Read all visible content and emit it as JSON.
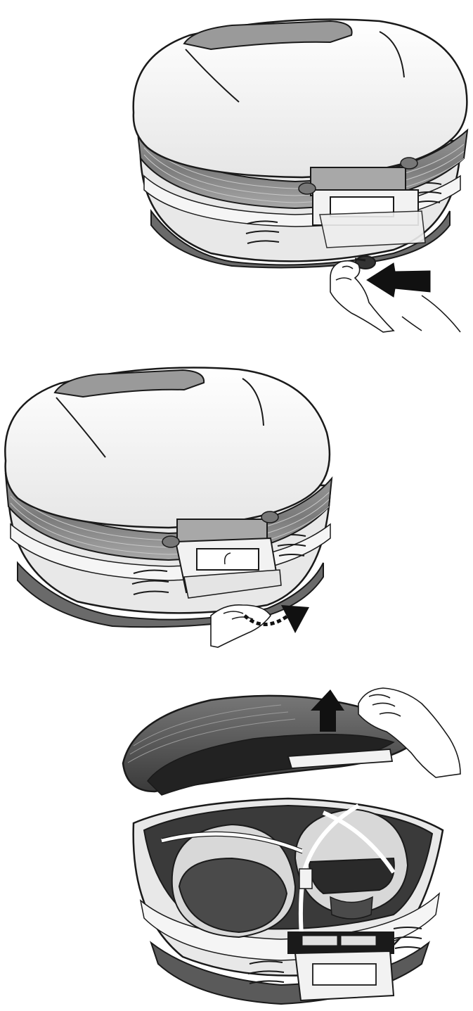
{
  "document": {
    "type": "illustrated instruction sheet",
    "steps": [
      {
        "name": "step-1",
        "icon": "key-unlock-icon"
      },
      {
        "name": "step-2",
        "icon": "latch-pull-icon"
      },
      {
        "name": "step-3",
        "icon": "lid-open-icon"
      }
    ]
  },
  "colors": {
    "outline": "#1a1a1a",
    "shell": "#f0f0f0",
    "band": "#8a8a8a",
    "dark_band": "#5a5a5a",
    "interior": "#3a3a3a",
    "arrow": "#111111",
    "reflector": "#bcbcbc"
  }
}
